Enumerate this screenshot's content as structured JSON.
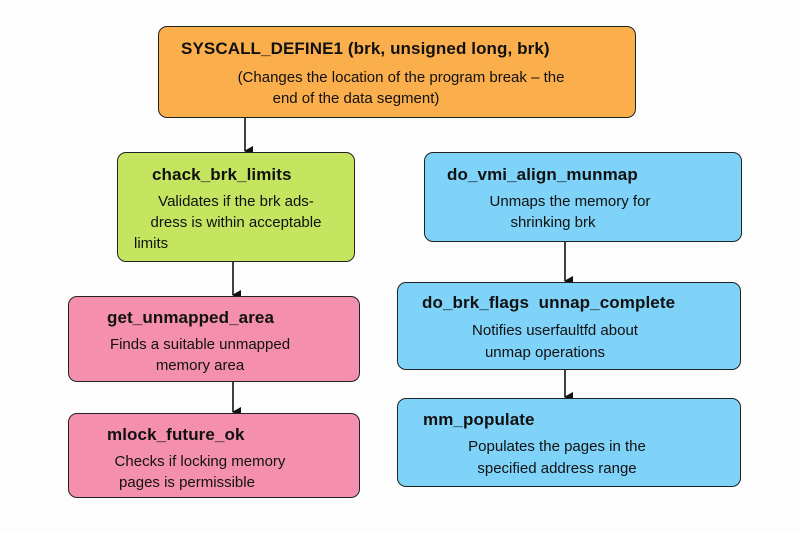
{
  "nodes": {
    "syscall": {
      "title": "SYSCALL_DEFINE1 (brk, unsigned long, brk)",
      "desc1": "(Changes the location of the program break – the",
      "desc2": "end of the data segment)"
    },
    "check_brk": {
      "title": "chack_brk_limits",
      "desc1": "Validates if the brk ads-",
      "desc2": "dress is within acceptable",
      "desc3": "limits"
    },
    "get_unmapped": {
      "title": "get_unmapped_area",
      "desc1": "Finds a suitable unmapped",
      "desc2": "memory area"
    },
    "mlock": {
      "title": "mlock_future_ok",
      "desc1": "Checks if locking memory",
      "desc2": "pages is permissible"
    },
    "do_vmi": {
      "title": "do_vmi_align_munmap",
      "desc1": "Unmaps the memory for",
      "desc2": "shrinking brk"
    },
    "do_brk_flags": {
      "title": "do_brk_flags  unnap_complete",
      "desc1": "Notifies userfaultfd about",
      "desc2": "unmap operations"
    },
    "mm_populate": {
      "title": "mm_populate",
      "desc1": "Populates the pages in the",
      "desc2": "specified address range"
    }
  },
  "colors": {
    "orange": "#fbae4c",
    "green": "#c5e45f",
    "blue": "#7fd2f8",
    "pink": "#f48fae"
  }
}
